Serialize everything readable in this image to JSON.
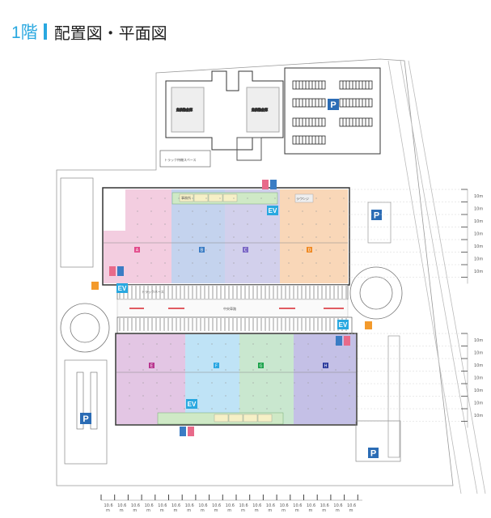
{
  "header": {
    "floor": "1階",
    "title": "配置図・平面図"
  },
  "colors": {
    "accent": "#29a8e0",
    "zoneA": "#f3cde0",
    "zoneB": "#c4d3ee",
    "zoneC": "#d2d0ec",
    "zoneD": "#f9d7b8",
    "zoneE": "#e3c6e4",
    "zoneF": "#bfe3f6",
    "zoneG": "#c9e7cf",
    "zoneH": "#c4c0e6",
    "office": "#cfe9c6",
    "parking": "#2b6cb5",
    "arrowRed": "#d7262e"
  },
  "zones": [
    {
      "letter": "A",
      "color": "#e2498a"
    },
    {
      "letter": "B",
      "color": "#3a7cc4"
    },
    {
      "letter": "C",
      "color": "#7b68c6"
    },
    {
      "letter": "D",
      "color": "#f08a24"
    },
    {
      "letter": "E",
      "color": "#b8358f"
    },
    {
      "letter": "F",
      "color": "#2aa7e2"
    },
    {
      "letter": "G",
      "color": "#1aa24a"
    },
    {
      "letter": "H",
      "color": "#2f3d9e"
    }
  ],
  "labels": {
    "ev": "EV",
    "parking": "P",
    "truck_waiting": "トラック待機スペース",
    "central_road": "中央車路",
    "lounge": "ラウンジ",
    "office": "事務所",
    "warehouse": "危険物倉庫",
    "truck_berth": "トラックバース"
  },
  "scale": {
    "right_unit": "10m",
    "right_upper_count": 7,
    "right_lower_count": 7,
    "bottom_unit_value": "10.6",
    "bottom_unit_suffix": "m",
    "bottom_count": 19
  }
}
